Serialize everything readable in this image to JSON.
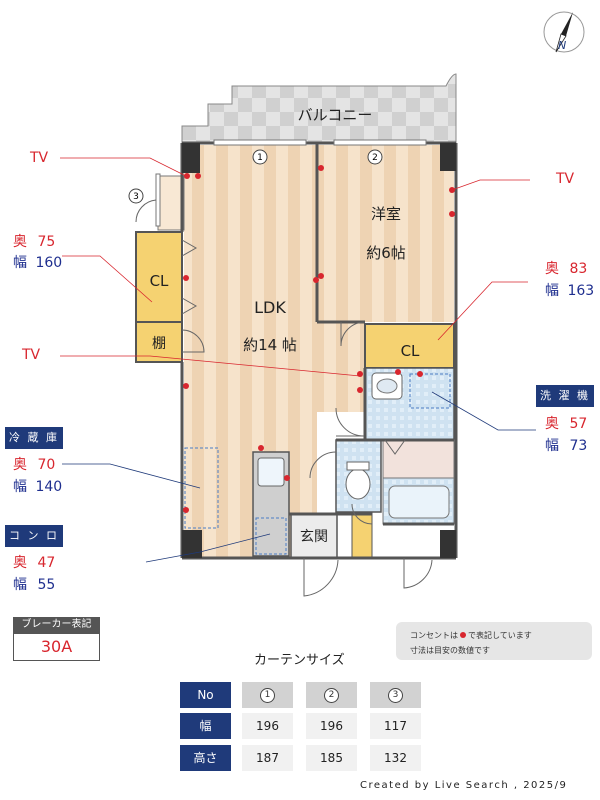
{
  "compass": {
    "north": "N"
  },
  "rooms": {
    "balcony": "バルコニー",
    "ldk_name": "LDK",
    "ldk_size": "約14 帖",
    "western_name": "洋室",
    "western_size": "約6帖",
    "cl_left": "CL",
    "cl_right": "CL",
    "shelf": "棚",
    "entrance": "玄関"
  },
  "window_marks": [
    "1",
    "2",
    "3"
  ],
  "annotations": {
    "tv_top_left": "TV",
    "tv_right": "TV",
    "tv_middle": "TV",
    "cl": {
      "depth_label": "奥",
      "depth": "75",
      "width_label": "幅",
      "width": "160"
    },
    "western_cl": {
      "depth_label": "奥",
      "depth": "83",
      "width_label": "幅",
      "width": "163"
    },
    "washer": {
      "title": "洗 濯 機",
      "depth_label": "奥",
      "depth": "57",
      "width_label": "幅",
      "width": "73"
    },
    "fridge": {
      "title": "冷 蔵 庫",
      "depth_label": "奥",
      "depth": "70",
      "width_label": "幅",
      "width": "140"
    },
    "stove": {
      "title": "コ ン ロ",
      "depth_label": "奥",
      "depth": "47",
      "width_label": "幅",
      "width": "55"
    }
  },
  "breaker": {
    "label": "ブレーカー表記",
    "value": "30A"
  },
  "note": {
    "line1_before": "コンセントは",
    "line1_after": "で表記しています",
    "line2": "寸法は目安の数値です"
  },
  "curtain": {
    "title": "カーテンサイズ",
    "row_labels": [
      "No",
      "幅",
      "高さ"
    ],
    "columns": [
      "1",
      "2",
      "3"
    ],
    "widths": [
      "196",
      "196",
      "117"
    ],
    "heights": [
      "187",
      "185",
      "132"
    ]
  },
  "credit": "Created by Live Search , 2025/9",
  "colors": {
    "outlet": "#d8262e",
    "accent_navy": "#1f3a7a",
    "closet": "#f5d271",
    "wood": "#f3dcc0"
  }
}
